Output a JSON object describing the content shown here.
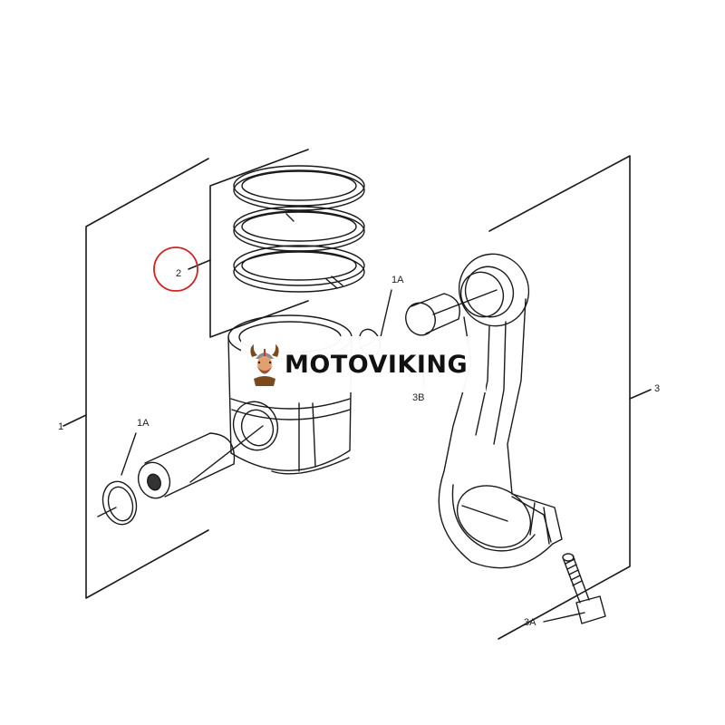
{
  "diagram": {
    "callouts": {
      "group_piston": "1",
      "ring_set": "2",
      "retainer_top": "1A",
      "retainer_left": "1A",
      "connecting_rod_group": "3",
      "rod_bolt": "3A",
      "rod_bearing": "3B"
    },
    "highlight": {
      "target": "ring_set",
      "color": "#d42020"
    },
    "line_color": "#1a1a1a"
  },
  "watermark": {
    "brand": "MOTOVIKING"
  }
}
